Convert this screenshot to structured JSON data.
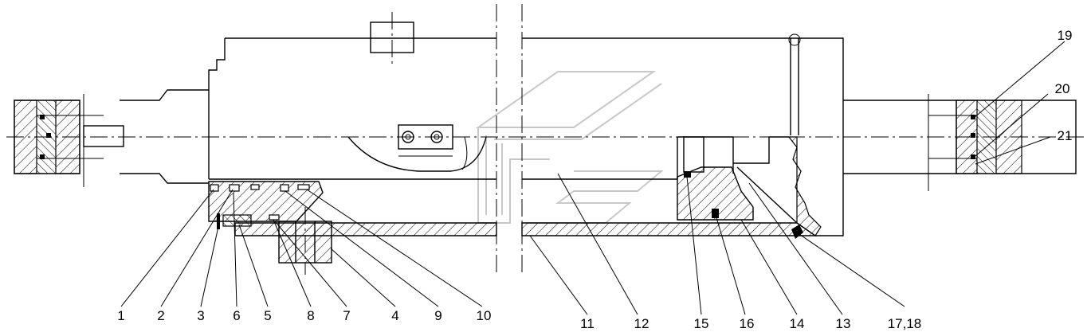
{
  "callouts": [
    "1",
    "2",
    "3",
    "6",
    "5",
    "8",
    "7",
    "4",
    "9",
    "10",
    "11",
    "12",
    "15",
    "16",
    "14",
    "13",
    "17,18",
    "19",
    "20",
    "21"
  ],
  "colors": {
    "line": "#000000",
    "watermark": "#c8c8c8",
    "background": "#ffffff"
  }
}
